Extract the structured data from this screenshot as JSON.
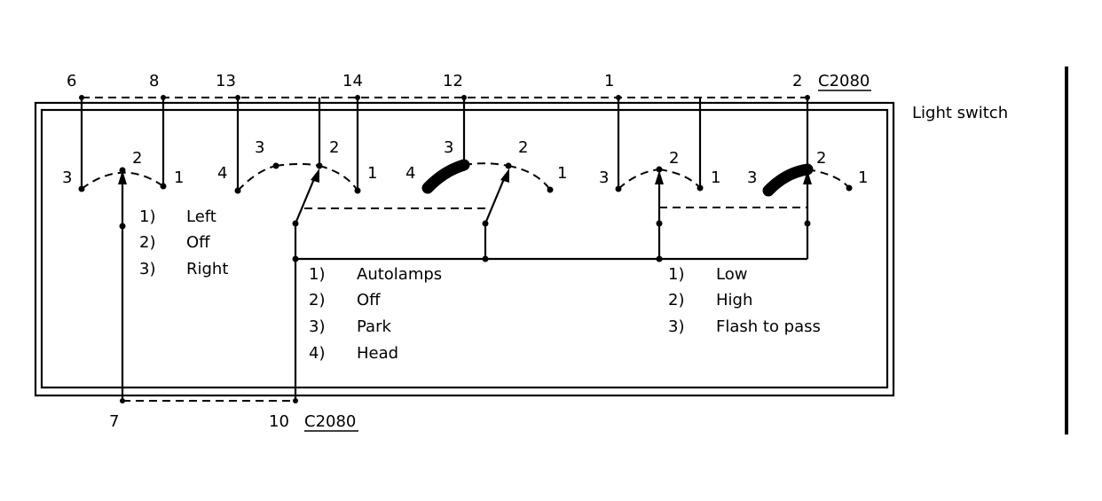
{
  "component_label": "Light switch",
  "connector_top": "C2080",
  "connector_bottom": "C2080",
  "top_pins": [
    "6",
    "8",
    "13",
    "14",
    "12",
    "1",
    "2"
  ],
  "bottom_pins": [
    "7",
    "10"
  ],
  "switch_turn": {
    "positions": [
      "3",
      "2",
      "1"
    ],
    "legend": [
      {
        "num": "1)",
        "text": "Left"
      },
      {
        "num": "2)",
        "text": "Off"
      },
      {
        "num": "3)",
        "text": "Right"
      }
    ]
  },
  "switch_headlamp": {
    "positions_a": [
      "4",
      "3",
      "2",
      "1"
    ],
    "positions_b": [
      "4",
      "3",
      "2",
      "1"
    ],
    "legend": [
      {
        "num": "1)",
        "text": "Autolamps"
      },
      {
        "num": "2)",
        "text": "Off"
      },
      {
        "num": "3)",
        "text": "Park"
      },
      {
        "num": "4)",
        "text": "Head"
      }
    ]
  },
  "switch_beam": {
    "positions_a": [
      "3",
      "2",
      "1"
    ],
    "positions_b": [
      "3",
      "2",
      "1"
    ],
    "legend": [
      {
        "num": "1)",
        "text": "Low"
      },
      {
        "num": "2)",
        "text": "High"
      },
      {
        "num": "3)",
        "text": "Flash to pass"
      }
    ]
  }
}
